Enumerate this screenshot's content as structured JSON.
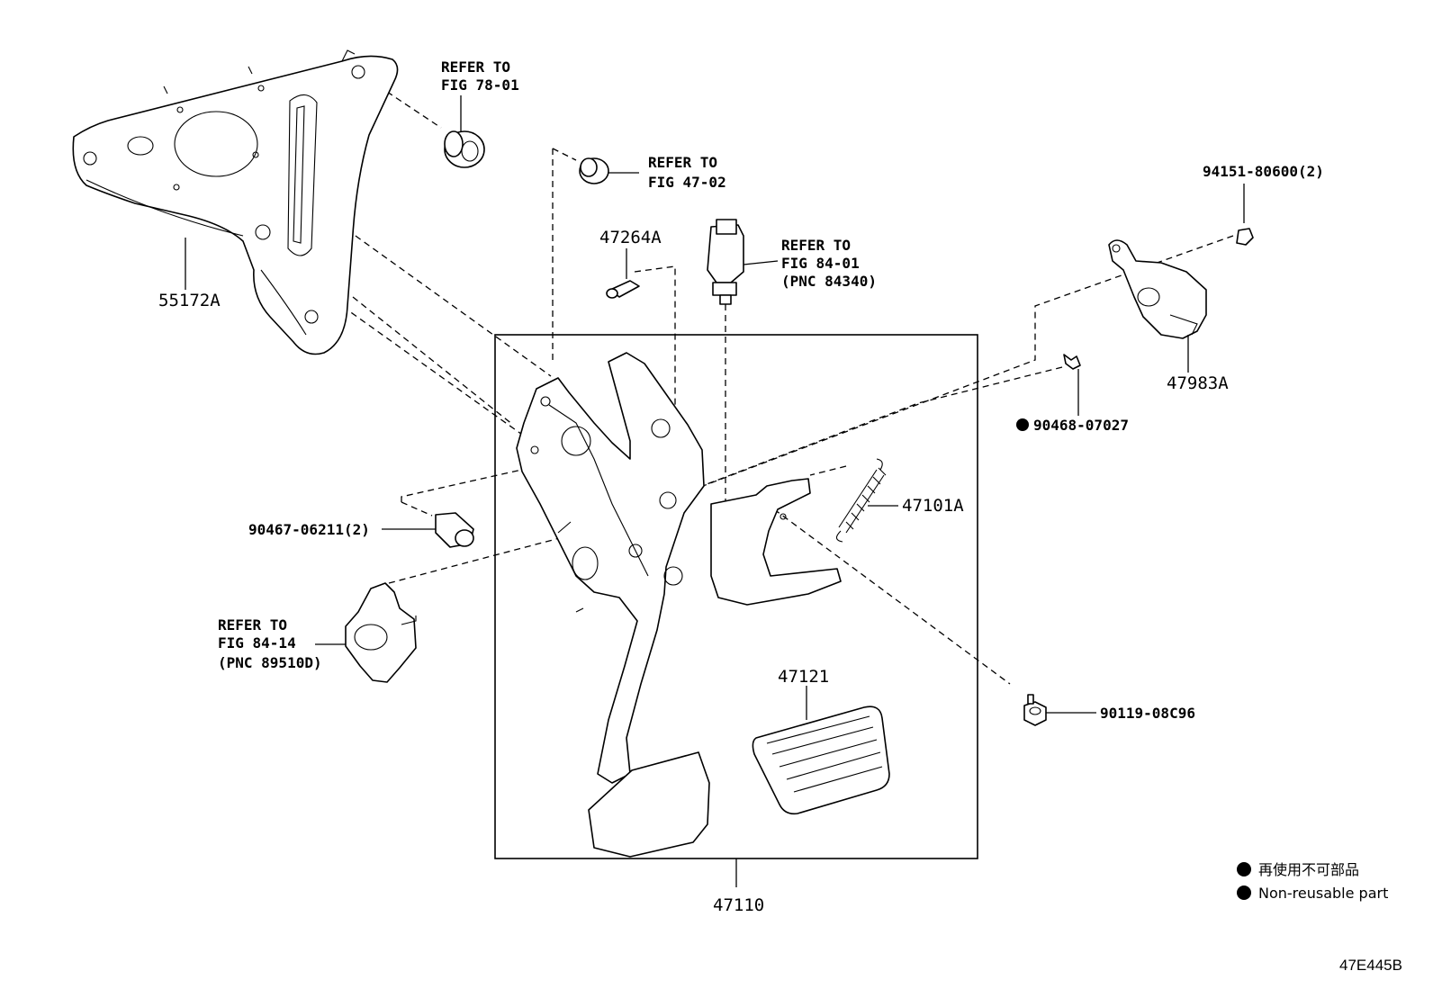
{
  "labels": {
    "refer_78_01": [
      "REFER TO",
      "FIG 78-01"
    ],
    "refer_47_02": [
      "REFER TO",
      "FIG 47-02"
    ],
    "refer_84_01": [
      "REFER TO",
      "FIG 84-01",
      "(PNC 84340)"
    ],
    "refer_84_14": [
      "REFER TO",
      "FIG 84-14",
      "(PNC 89510D)"
    ],
    "p55172a": "55172A",
    "p47264a": "47264A",
    "p94151": "94151-80600(2)",
    "p47983a": "47983A",
    "p90468": "90468-07027",
    "p47101a": "47101A",
    "p90467": "90467-06211(2)",
    "p47121": "47121",
    "p90119": "90119-08C96",
    "p47110": "47110"
  },
  "legend": {
    "line1": "再使用不可部品",
    "line2": "Non-reusable part",
    "marker": "filled-circle"
  },
  "diagram_code": "47E445B"
}
